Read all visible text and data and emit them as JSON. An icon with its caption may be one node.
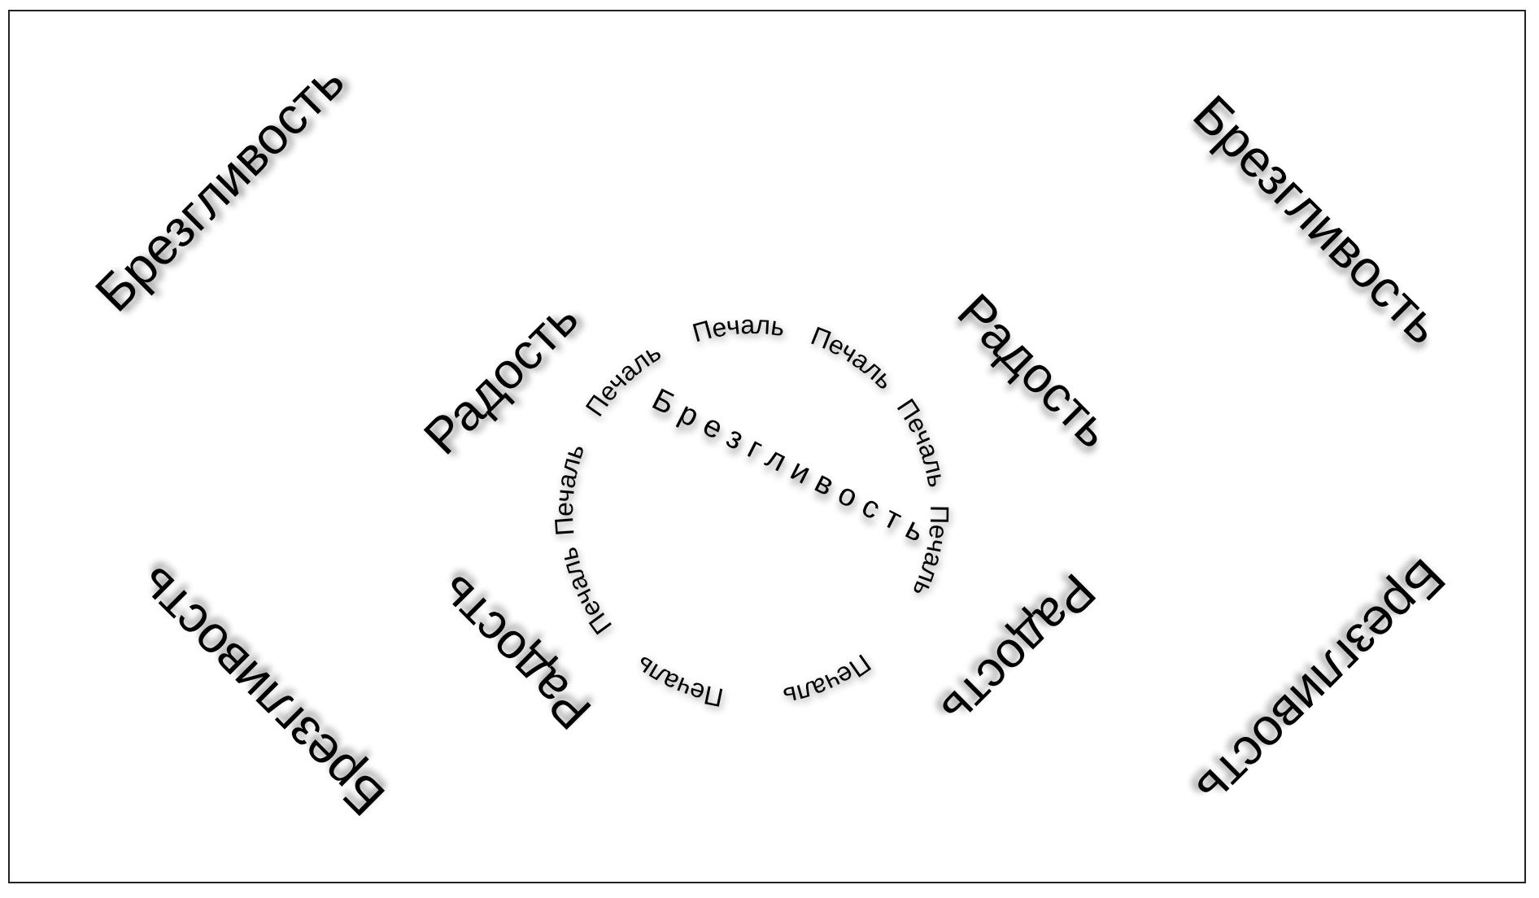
{
  "diagram": {
    "labels": [
      "Брезгливость",
      "Брезгливость",
      "Радость",
      "Радость",
      "Брезгливость",
      "Радость",
      "Радость",
      "Брезгливость",
      "Брезгливость",
      "Печаль",
      "Печаль",
      "Печаль",
      "Печаль",
      "Печаль",
      "Печаль",
      "Печаль",
      "Печаль",
      "Печаль"
    ]
  }
}
